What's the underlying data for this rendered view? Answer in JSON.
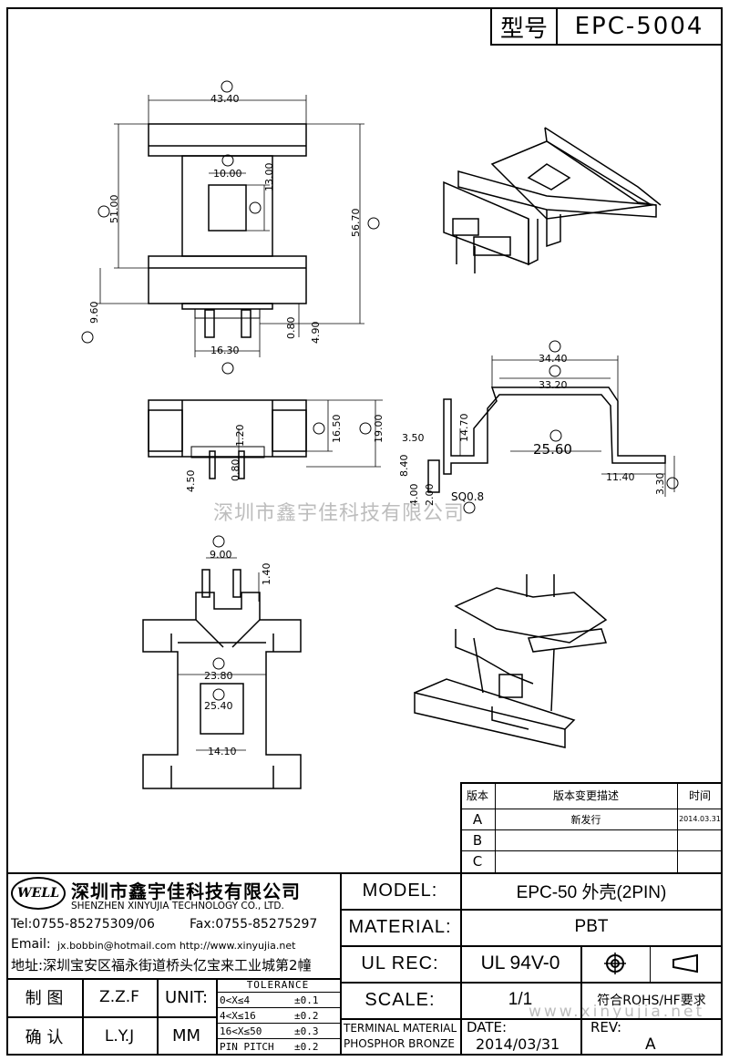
{
  "header": {
    "type_label": "型号",
    "model_code": "EPC-5004"
  },
  "watermark": {
    "top": "深圳市鑫宇佳科技有限公司",
    "bottom": "www.xinyujia.net"
  },
  "dimensions": {
    "A": "43.40",
    "B": "51.00",
    "C": "9.60",
    "D": "10.00",
    "E": "13.00",
    "F": "56.70",
    "G": "16.30",
    "H": "16.50",
    "I": "19.00",
    "J": "34.40",
    "K": "33.20",
    "L": "25.60",
    "M": "3.30",
    "N": "23.80",
    "O": "25.40",
    "P": "9.00",
    "extra_080": "0.80",
    "extra_490": "4.90",
    "extra_120": "1.20",
    "extra_450": "4.50",
    "extra_080b": "0.80",
    "extra_350": "3.50",
    "extra_1470": "14.70",
    "extra_840": "8.40",
    "extra_400": "4.00",
    "extra_200": "2.00",
    "extra_sq": "SQ0.8",
    "extra_1140": "11.40",
    "extra_140": "1.40",
    "extra_1410": "14.10"
  },
  "revision_table": {
    "headers": [
      "版本",
      "版本变更描述",
      "时间"
    ],
    "rows": [
      {
        "version": "A",
        "desc": "新发行",
        "date": "2014.03.31"
      },
      {
        "version": "B",
        "desc": "",
        "date": ""
      },
      {
        "version": "C",
        "desc": "",
        "date": ""
      }
    ]
  },
  "company": {
    "logo_text": "WELL",
    "name_cn": "深圳市鑫宇佳科技有限公司",
    "name_en": "SHENZHEN XINYUJIA TECHNOLOGY CO., LTD.",
    "tel": "Tel:0755-85275309/06",
    "fax": "Fax:0755-85275297",
    "email_label": "Email:",
    "email": "jx.bobbin@hotmail.com http://www.xinyujia.net",
    "address": "地址:深圳宝安区福永街道桥头亿宝来工业城第2幢"
  },
  "title_block": {
    "model_label": "MODEL:",
    "model_value": "EPC-50 外壳(2PIN)",
    "material_label": "MATERIAL:",
    "material_value": "PBT",
    "ulrec_label": "UL REC:",
    "ulrec_value": "UL 94V-0",
    "scale_label": "SCALE:",
    "scale_value": "1/1",
    "rohs": "符合ROHS/HF要求",
    "draw_label": "制 图",
    "draw_value": "Z.Z.F",
    "check_label": "确 认",
    "check_value": "L.Y.J",
    "unit_label": "UNIT:",
    "unit_value": "MM",
    "tolerance_title": "TOLERANCE",
    "tolerances": [
      {
        "range": "0<X≤4",
        "val": "±0.1"
      },
      {
        "range": "4<X≤16",
        "val": "±0.2"
      },
      {
        "range": "16<X≤50",
        "val": "±0.3"
      },
      {
        "range": "PIN PITCH",
        "val": "±0.2"
      }
    ],
    "terminal_1": "TERMINAL MATERIAL",
    "terminal_2": "PHOSPHOR BRONZE",
    "date_label": "DATE:",
    "date_value": "2014/03/31",
    "rev_label": "REV:",
    "rev_value": "A"
  }
}
